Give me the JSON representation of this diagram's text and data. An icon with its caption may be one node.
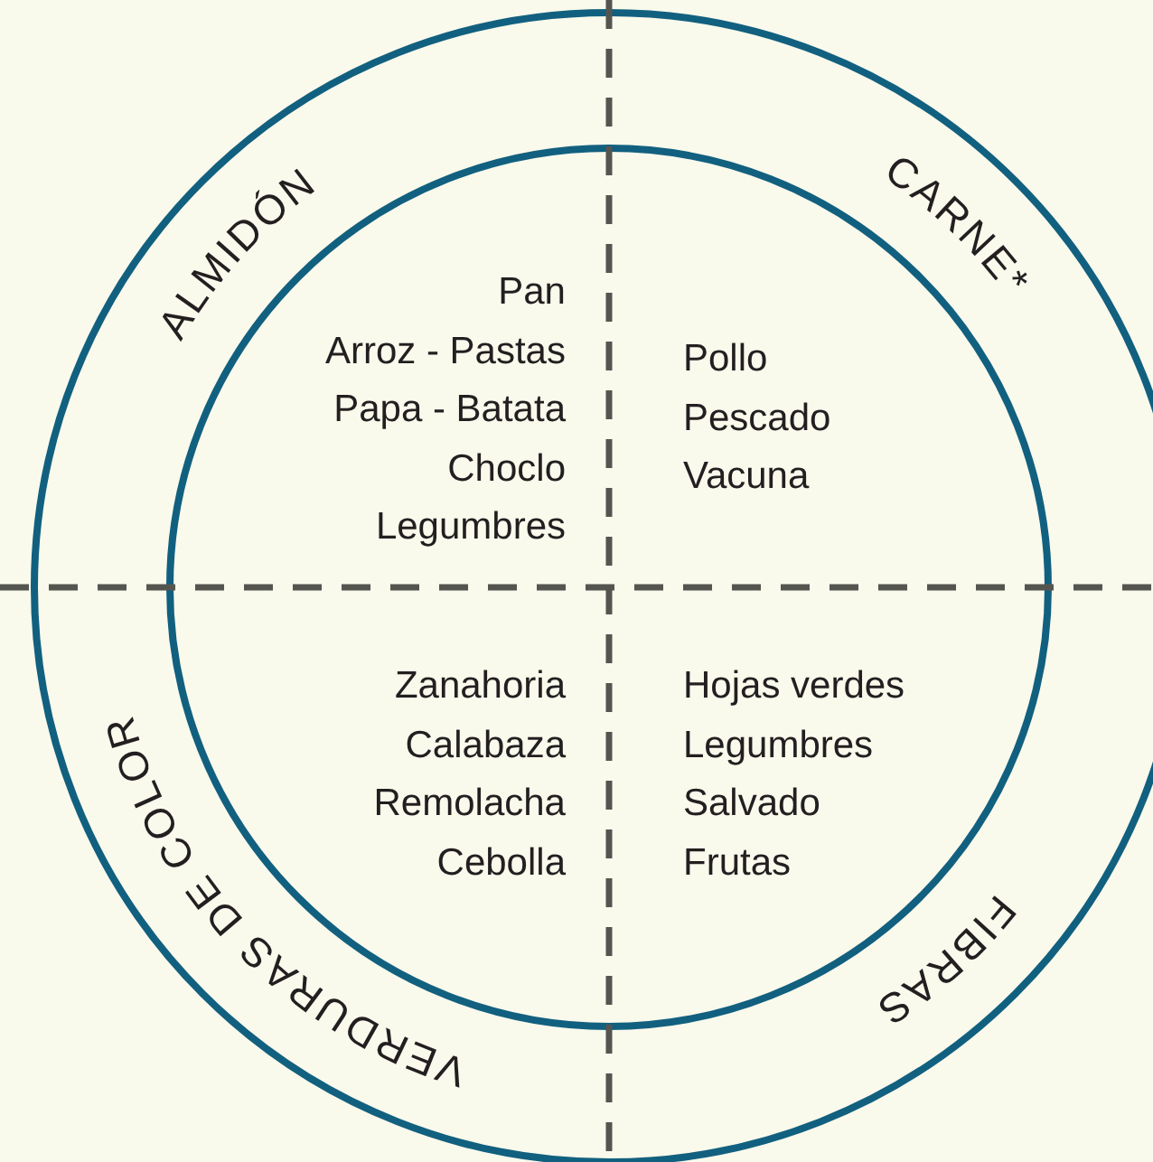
{
  "diagram": {
    "labels": [
      "ALMIDÓN",
      "CARNE*",
      "FIBRAS",
      "VERDURAS DE COLOR",
      "Pan",
      "Arroz - Pastas",
      "Papa - Batata",
      "Choclo",
      "Legumbres",
      "Pollo",
      "Pescado",
      "Vacuna",
      "Zanahoria",
      "Calabaza",
      "Remolacha",
      "Cebolla",
      "Hojas verdes",
      "Legumbres",
      "Salvado",
      "Frutas"
    ]
  }
}
